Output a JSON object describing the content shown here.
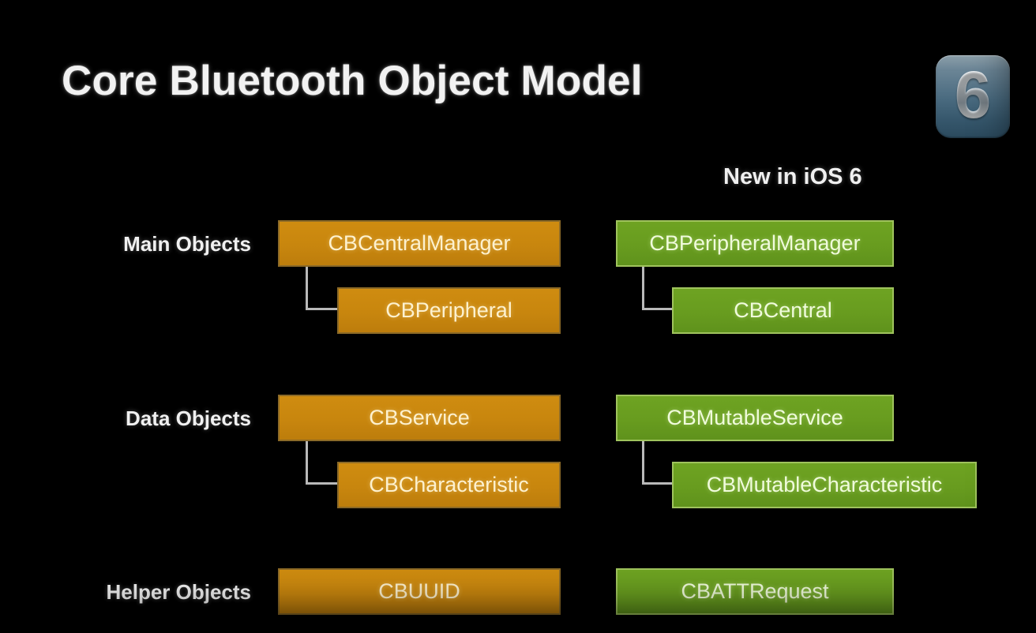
{
  "slide": {
    "title": "Core Bluetooth Object Model",
    "badge": {
      "name": "ios-6-badge",
      "glyph": "6"
    },
    "new_in_label": "New in iOS 6",
    "background_color": "#000000"
  },
  "colors": {
    "orange_fill": "#c8860e",
    "orange_border": "#8c6a27",
    "orange_text": "#fdf1cf",
    "green_fill": "#689c1f",
    "green_border": "#9fc35d",
    "green_text": "#f0fbdc",
    "connector": "#b9b9b9",
    "title_text": "#f2f2f2",
    "badge_gradient_top": "#8fa3ae",
    "badge_gradient_bottom": "#2b4a5e"
  },
  "rows": [
    {
      "label": "Main Objects",
      "existing": {
        "parent": "CBCentralManager",
        "child": "CBPeripheral"
      },
      "new": {
        "parent": "CBPeripheralManager",
        "child": "CBCentral"
      }
    },
    {
      "label": "Data Objects",
      "existing": {
        "parent": "CBService",
        "child": "CBCharacteristic"
      },
      "new": {
        "parent": "CBMutableService",
        "child": "CBMutableCharacteristic"
      }
    },
    {
      "label": "Helper Objects",
      "existing": {
        "parent": "CBUUID",
        "child": null
      },
      "new": {
        "parent": "CBATTRequest",
        "child": null
      }
    }
  ]
}
